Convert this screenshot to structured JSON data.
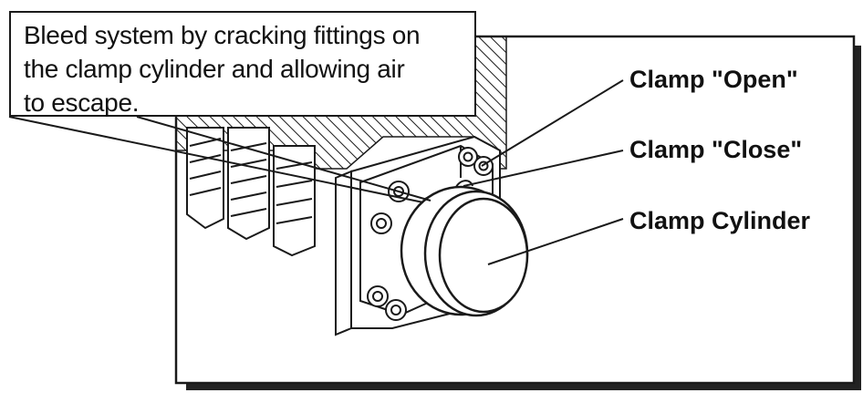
{
  "note": {
    "lines": [
      "Bleed system by cracking fittings on",
      "the clamp cylinder and allowing air",
      "to escape."
    ]
  },
  "callouts": {
    "clamp_open": "Clamp \"Open\"",
    "clamp_close": "Clamp \"Close\"",
    "clamp_cylinder": "Clamp Cylinder"
  },
  "colors": {
    "ink": "#1a1a1a",
    "background": "#ffffff",
    "shade": "#3a3a3a"
  }
}
